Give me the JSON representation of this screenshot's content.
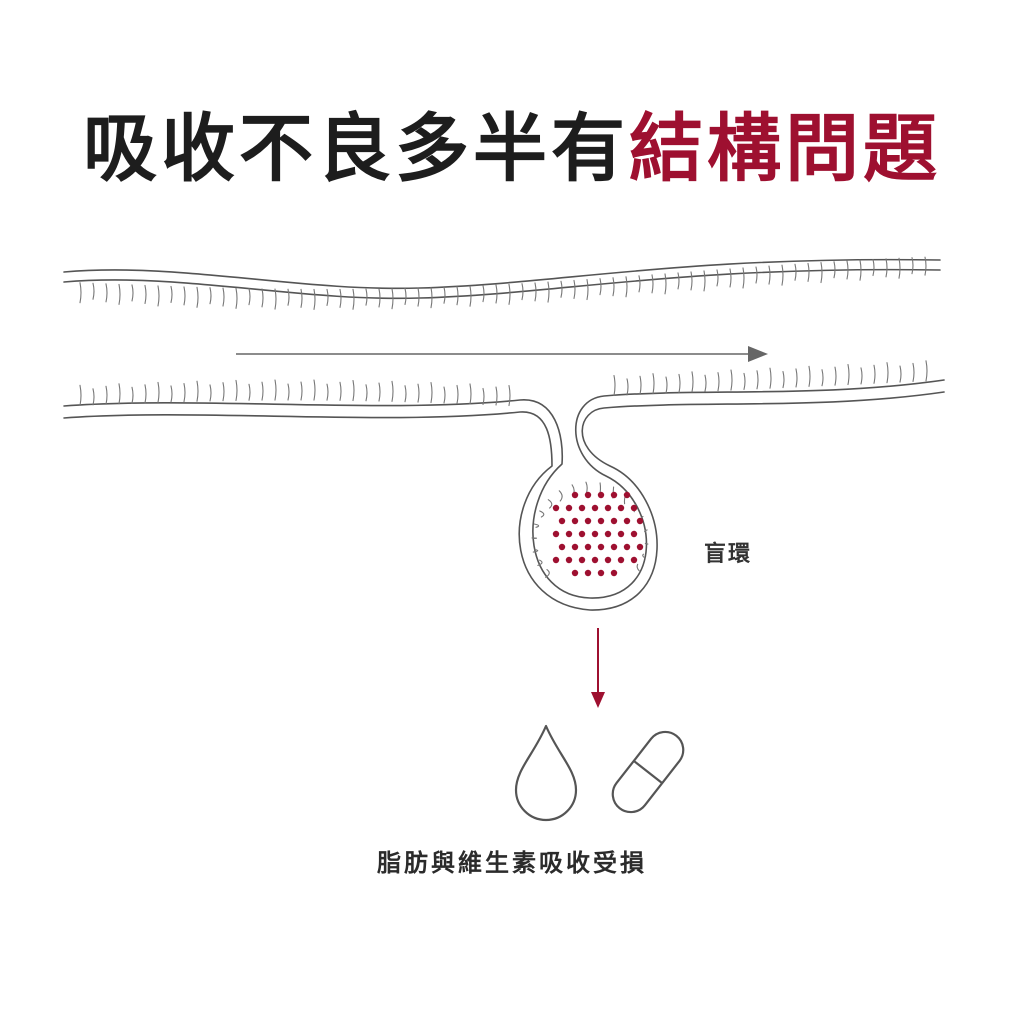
{
  "title": {
    "main": "吸收不良多半有",
    "highlight": "結構問題"
  },
  "labels": {
    "blind_loop": "盲環",
    "caption": "脂肪與維生素吸收受損"
  },
  "icons": [
    "fat-droplet-icon",
    "vitamin-capsule-icon"
  ],
  "colors": {
    "text": "#1d1d1d",
    "accent": "#9e1030",
    "line": "#555555"
  }
}
